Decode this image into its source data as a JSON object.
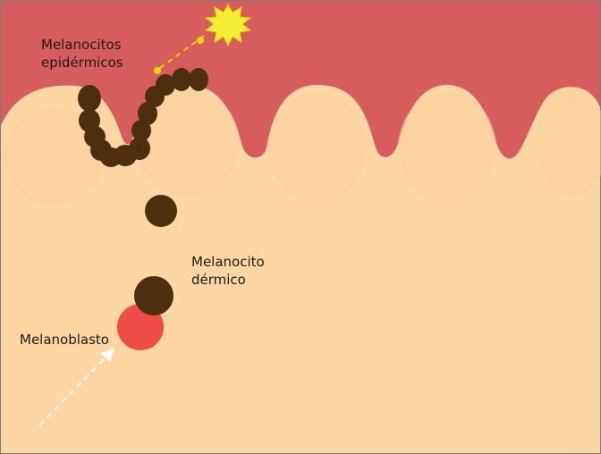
{
  "labels": {
    "epidermal": "Melanocitos\nepidérmicos",
    "dermal": "Melanocito\ndérmico",
    "melanoblast": "Melanoblasto"
  },
  "colors": {
    "epidermis": "#d75c5e",
    "dermis": "#fcd7a4",
    "dermal_papilla_shade": "#f9d09b",
    "melanocyte": "#4d2f0f",
    "melanoblast": "#ee4c46",
    "sun": "#f4ee37",
    "sun_ray": "#f2d500",
    "arrow": "#ffffff"
  },
  "icons": {
    "sun": "sun-icon"
  }
}
